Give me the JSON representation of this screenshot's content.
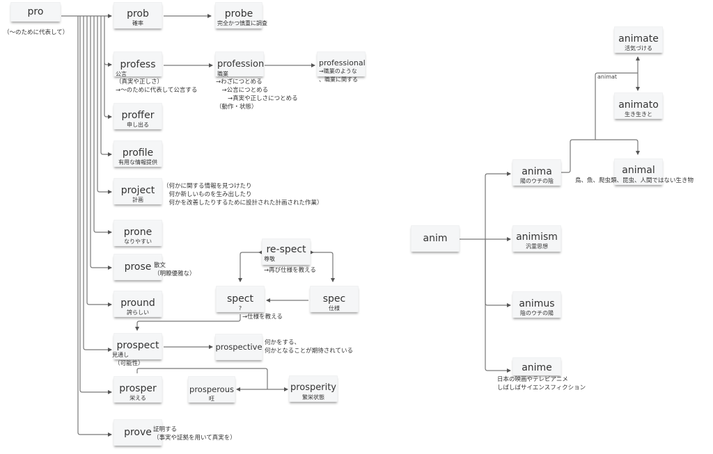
{
  "diagram": {
    "type": "mind-map",
    "left_tree": {
      "root": {
        "word": "pro",
        "meaning": "（～のために代表して）"
      },
      "nodes": {
        "prob": {
          "word": "prob",
          "meaning": "確率"
        },
        "probe": {
          "word": "probe",
          "meaning": "完全かつ慎重に調査"
        },
        "profess": {
          "word": "profess",
          "meaning": "公言"
        },
        "profess_note": "（真実や正しさ）\n→～のために代表して公言する",
        "profession": {
          "word": "profession",
          "meaning": "職業"
        },
        "profession_note": "→わざにつとめる\n　→公言につとめる\n　　→真実や正しさにつとめる\n（動作・状態）",
        "professional": {
          "word": "professional",
          "meaning": "→職業のような\n、職業に関する"
        },
        "proffer": {
          "word": "proffer",
          "meaning": "申し出る"
        },
        "profile": {
          "word": "profile",
          "meaning": "有用な情報提供"
        },
        "project": {
          "word": "project",
          "meaning": "計画"
        },
        "project_note": "（何かに関する情報を見つけたり\n　何か新しいものを生み出したり\n　何かを改善したりするために設計された計画された作業）",
        "prone": {
          "word": "prone",
          "meaning": "なりやすい"
        },
        "prose": {
          "word": "prose"
        },
        "prose_note": "散文\n（明瞭優雅な）",
        "pround": {
          "word": "pround",
          "meaning": "誇らしい"
        },
        "respect": {
          "word": "re-spect",
          "meaning": "尊敬"
        },
        "respect_note": "→再び仕様を教える",
        "spect": {
          "word": "spect",
          "meaning": "?"
        },
        "spect_note": "→仕様を教える",
        "spec": {
          "word": "spec",
          "meaning": "仕様"
        },
        "prospect": {
          "word": "prospect",
          "meaning": "見通し"
        },
        "prospect_note": "（可能性）",
        "prospective": {
          "word": "prospective"
        },
        "prospective_note": "何かをする、\n何かとなることが期待されている",
        "prosper": {
          "word": "prosper",
          "meaning": "栄える"
        },
        "prosperous": {
          "word": "prosperous",
          "meaning": "旺"
        },
        "prosperity": {
          "word": "prosperity",
          "meaning": "繁栄状態"
        },
        "prove": {
          "word": "prove"
        },
        "prove_note": "証明する\n（事実や証拠を用いて真実を）"
      }
    },
    "right_tree": {
      "root": {
        "word": "anim"
      },
      "nodes": {
        "anima": {
          "word": "anima",
          "meaning": "陽のウチの陰"
        },
        "animat_label": "animat",
        "animate": {
          "word": "animate",
          "meaning": "活気づける"
        },
        "animato": {
          "word": "animato",
          "meaning": "生き生きと"
        },
        "animal": {
          "word": "animal",
          "meaning": "鳥、魚、爬虫類、昆虫、人間ではない生き物"
        },
        "animism": {
          "word": "animism",
          "meaning": "汎霊思想"
        },
        "animus": {
          "word": "animus",
          "meaning": "陰のウチの陽"
        },
        "anime": {
          "word": "anime",
          "meaning": "日本の映画やテレビアニメ\nしばしばサイエンスフィクション"
        }
      }
    },
    "colors": {
      "node_bg": "#f5f6f7",
      "line": "#666666",
      "text": "#333333"
    }
  }
}
